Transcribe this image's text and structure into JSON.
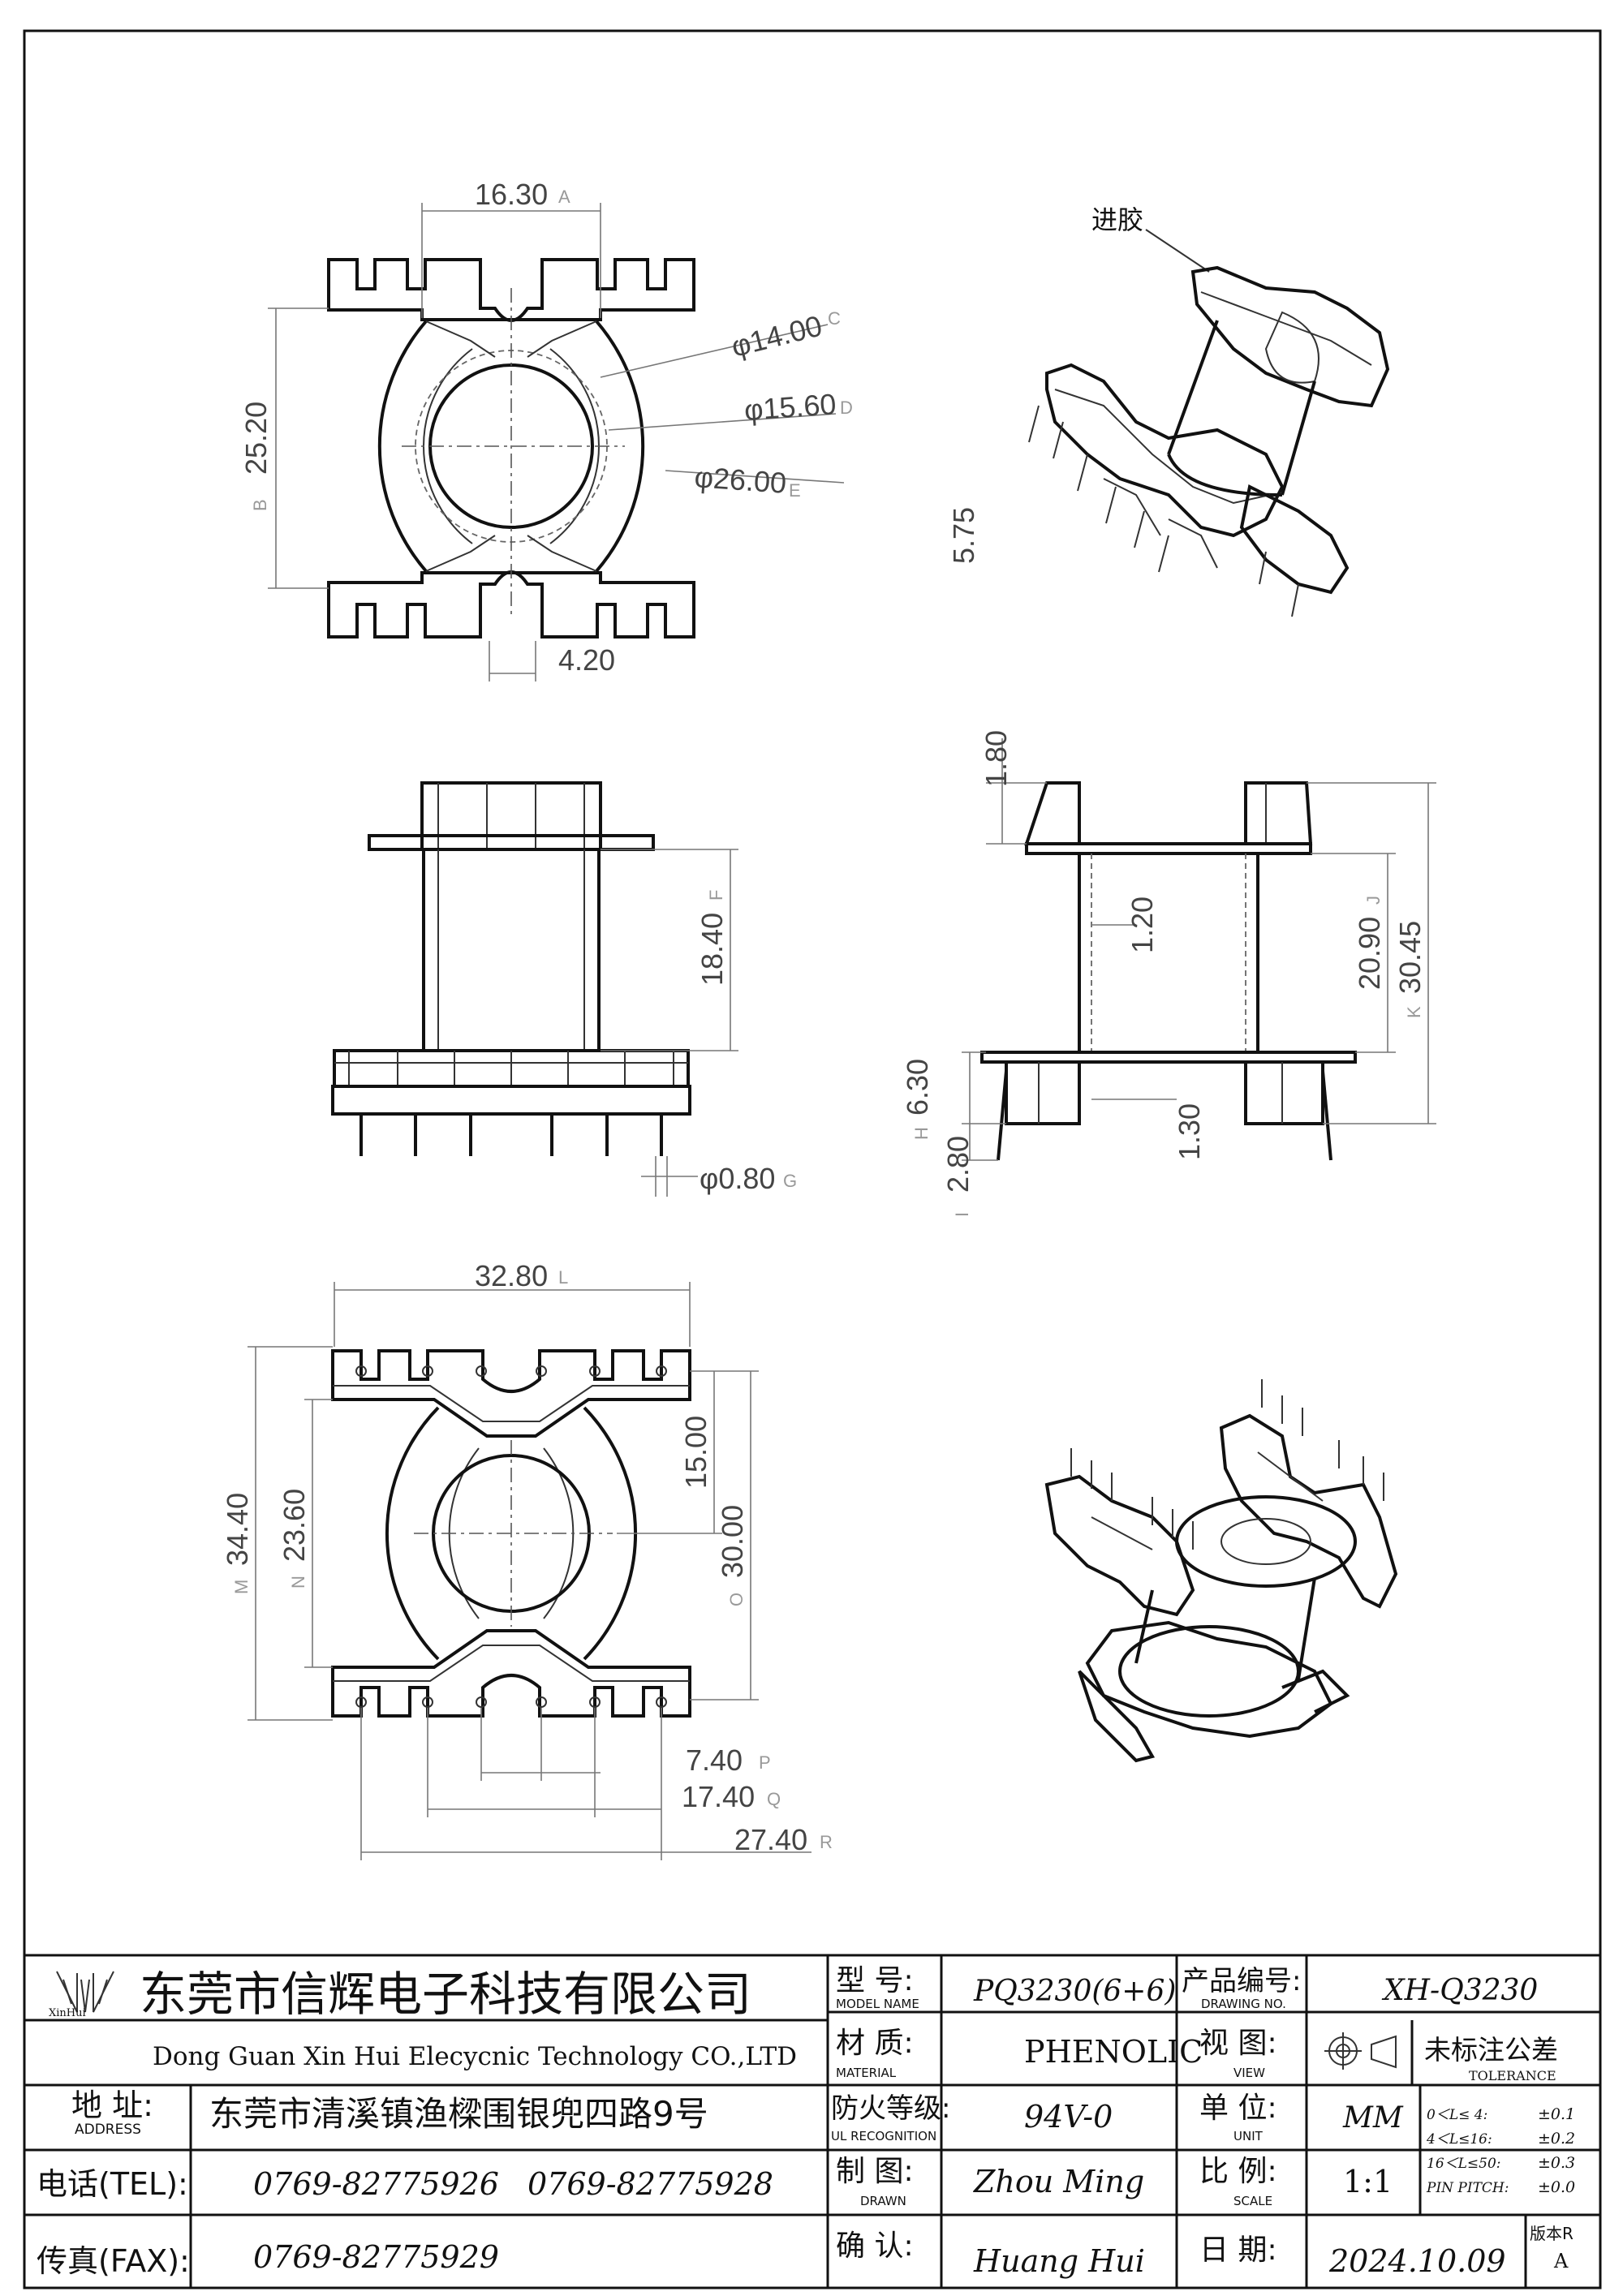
{
  "dimensions": {
    "top_width": "16.30",
    "top_width_tag": "A",
    "top_height": "25.20",
    "top_height_tag": "B",
    "dia_inner": "φ14.00",
    "dia_inner_tag": "C",
    "dia_mid": "φ15.60",
    "dia_mid_tag": "D",
    "dia_outer": "φ26.00",
    "dia_outer_tag": "E",
    "slot": "4.20",
    "body_height": "18.40",
    "body_height_tag": "F",
    "pin_dia": "φ0.80",
    "pin_dia_tag": "G",
    "flange_top": "5.75",
    "flange_thick": "1.80",
    "wall": "1.20",
    "inner_height": "20.90",
    "inner_height_tag": "J",
    "total_height": "30.45",
    "total_height_tag": "K",
    "base_h": "6.30",
    "base_h_tag": "H",
    "pin_len": "2.80",
    "pin_len_tag": "I",
    "base_step": "1.30",
    "bottom_width": "32.80",
    "bottom_width_tag": "L",
    "bottom_height": "34.40",
    "bottom_height_tag": "M",
    "bottom_inner": "23.60",
    "bottom_inner_tag": "N",
    "half_h": "15.00",
    "flange_span": "30.00",
    "flange_span_tag": "O",
    "pitch_1": "7.40",
    "pitch_1_tag": "P",
    "pitch_2": "17.40",
    "pitch_2_tag": "Q",
    "pitch_3": "27.40",
    "pitch_3_tag": "R"
  },
  "gate_label": "进胶",
  "title_block": {
    "company_cn": "东莞市信辉电子科技有限公司",
    "company_en": "Dong Guan Xin Hui Elecycnic Technology CO.,LTD",
    "logo_text": "XinHui",
    "address_label": "地  址:",
    "address_label_en": "ADDRESS",
    "address": "东莞市清溪镇渔樑围银兜四路9号",
    "tel_label": "电话(TEL):",
    "tel_1": "0769-82775926",
    "tel_2": "0769-82775928",
    "fax_label": "传真(FAX):",
    "fax": "0769-82775929",
    "model_label": "型  号:",
    "model_label_en": "MODEL NAME",
    "model": "PQ3230(6+6)",
    "material_label": "材  质:",
    "material_label_en": "MATERIAL",
    "material": "PHENOLIC",
    "ul_label": "防火等级:",
    "ul_label_en": "UL RECOGNITION",
    "ul": "94V-0",
    "drawn_label": "制  图:",
    "drawn_label_en": "DRAWN",
    "drawn": "Zhou Ming",
    "check_label": "确  认:",
    "check": "Huang Hui",
    "drawing_no_label": "产品编号:",
    "drawing_no_label_en": "DRAWING NO.",
    "drawing_no": "XH-Q3230",
    "view_label": "视  图:",
    "view_label_en": "VIEW",
    "unit_label": "单  位:",
    "unit_label_en": "UNIT",
    "unit": "MM",
    "scale_label": "比  例:",
    "scale_label_en": "SCALE",
    "scale": "1:1",
    "date_label": "日  期:",
    "date": "2024.10.09",
    "tolerance_title": "未标注公差",
    "tolerance_title_en": "TOLERANCE",
    "tol_rows": [
      {
        "range": "0＜L≤ 4:",
        "value": "±0.1"
      },
      {
        "range": "4＜L≤16:",
        "value": "±0.2"
      },
      {
        "range": "16＜L≤50:",
        "value": "±0.3"
      },
      {
        "range": "PIN PITCH:",
        "value": "±0.0"
      }
    ],
    "rev_label": "版本R",
    "rev": "A"
  }
}
